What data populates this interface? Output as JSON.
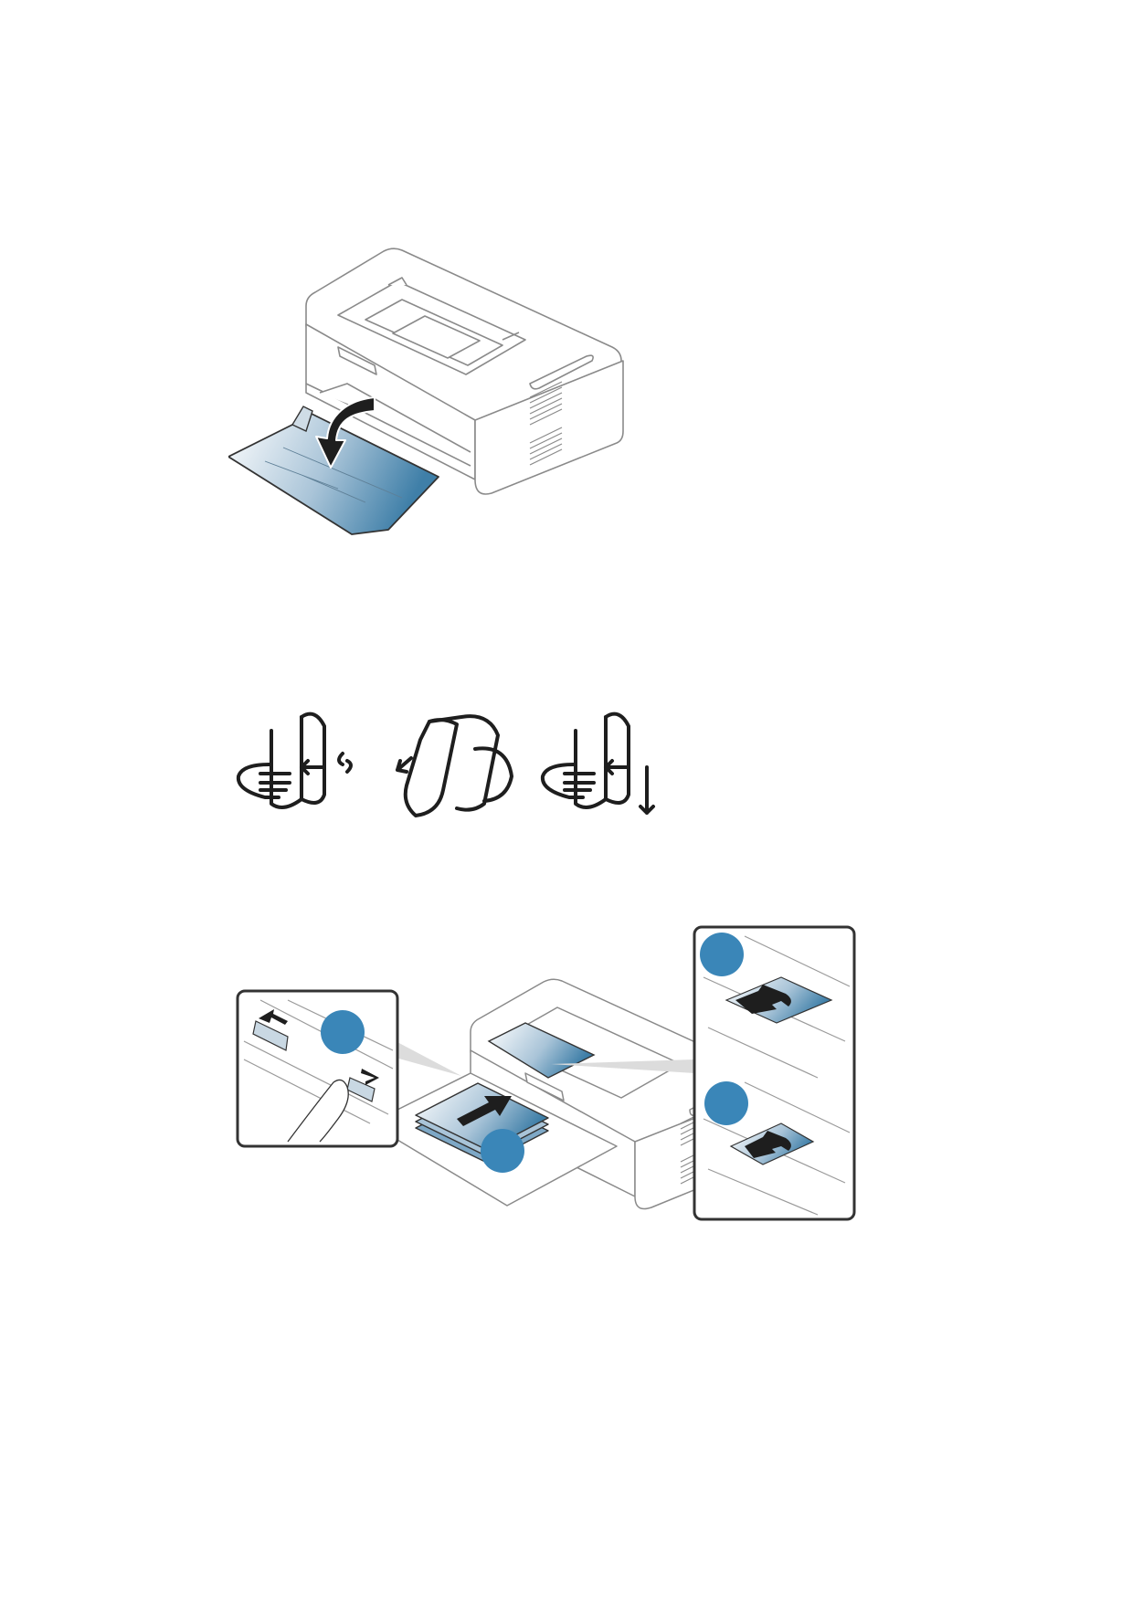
{
  "page": {
    "background": "#ffffff"
  },
  "colors": {
    "outline": "#333333",
    "printer_line": "#8a8a8a",
    "printer_fill": "#ffffff",
    "tray_blue_light": "#e6eef5",
    "tray_blue_dark": "#3f7fa8",
    "callout_blue": "#3a86b8",
    "arrow_fill": "#1e1e1e"
  },
  "figures": [
    {
      "name": "open-paper-tray",
      "icons": [
        "printer-icon",
        "tray-open-arrow-icon"
      ]
    },
    {
      "name": "fan-paper-stack",
      "icons": [
        "flex-paper-icon",
        "fan-paper-icon",
        "tap-paper-icon"
      ]
    },
    {
      "name": "load-paper-adjust-guides",
      "icons": [
        "printer-icon",
        "paper-stack-icon",
        "insert-arrow-icon",
        "width-guide-icon",
        "length-guide-icon",
        "support-guide-icon"
      ],
      "callouts": [
        "",
        "",
        "",
        ""
      ]
    }
  ]
}
